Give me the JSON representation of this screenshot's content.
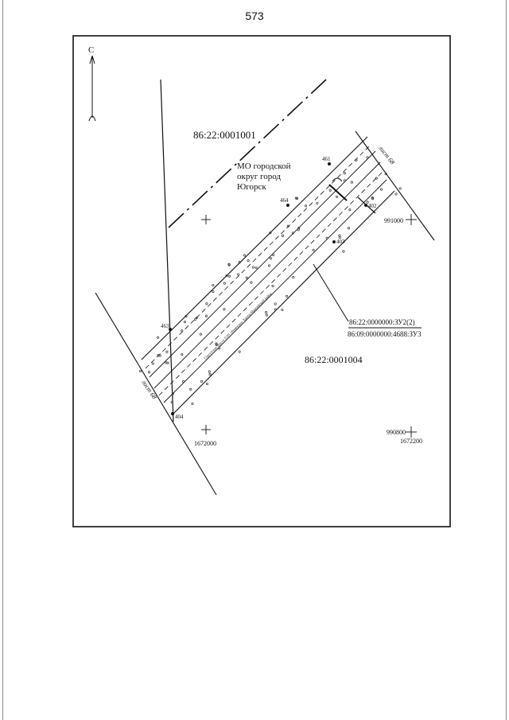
{
  "page": {
    "number": "573"
  },
  "north_arrow": {
    "label": "С"
  },
  "parcels": {
    "block_north": "86:22:0001001",
    "block_south": "86:22:0001004",
    "municipality": [
      "МО городской",
      "округ город",
      "Югорск"
    ]
  },
  "plot_label": {
    "top": "86:22:0000000:ЗУ2(2)",
    "bottom": "86:09:0000000:4688:ЗУ3"
  },
  "sheet_labels": {
    "top": "лист 68",
    "bottom": "лист 68"
  },
  "points": {
    "p461": "461",
    "p464": "464",
    "p463": "463",
    "p402": "402",
    "p403": "403",
    "p404": "404"
  },
  "grid": {
    "right_y": "991000",
    "bottom_left_x": "1672000",
    "bottom_right_y": "990800",
    "bottom_right_x": "1672200"
  },
  "road_text": "Сургутская трасса ЛЭП «Ремезово» Ханты-Мансийский  район"
}
